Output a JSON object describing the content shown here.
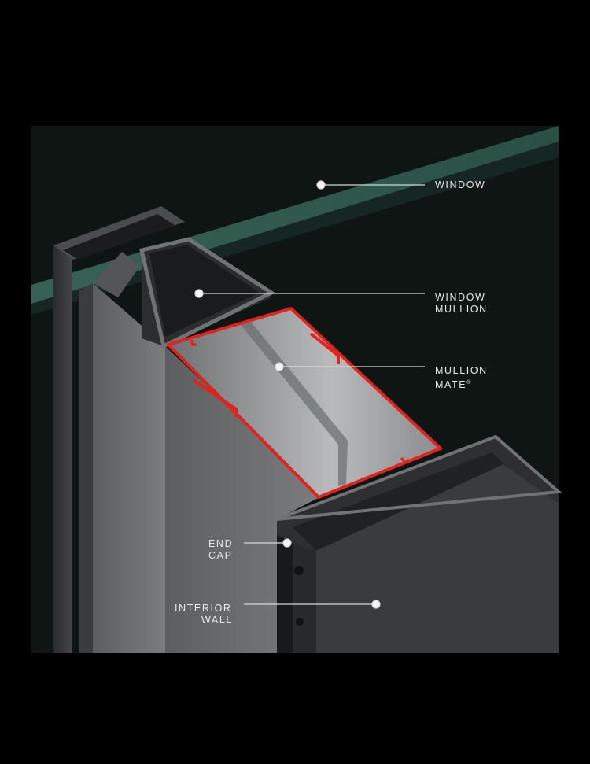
{
  "labels": {
    "window": {
      "line1": "WINDOW"
    },
    "window_mullion": {
      "line1": "WINDOW",
      "line2": "MULLION"
    },
    "mullion_mate": {
      "line1": "MULLION",
      "line2": "MATE",
      "mark": "®"
    },
    "end_cap": {
      "line1": "END",
      "line2": "CAP"
    },
    "interior_wall": {
      "line1": "INTERIOR",
      "line2": "WALL"
    }
  },
  "colors": {
    "background": "#000000",
    "panel": "#0e1512",
    "glass": "#3f7463",
    "highlight": "#e0231c",
    "label": "#e8e8e8"
  }
}
